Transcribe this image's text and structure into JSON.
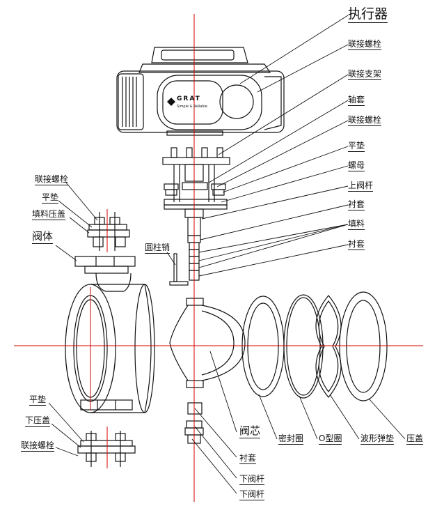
{
  "labels": {
    "actuator": "执行器",
    "connect_bolt_1": "联接螺栓",
    "connect_bracket": "联接支架",
    "shaft_sleeve": "轴套",
    "connect_bolt_2": "联接螺栓",
    "flat_washer_1": "平垫",
    "nut": "螺母",
    "upper_stem": "上阀杆",
    "bushing_1": "衬套",
    "packing": "填料",
    "bushing_2": "衬套",
    "cyl_pin": "圆柱销",
    "left_bolt": "联接螺栓",
    "left_washer": "平垫",
    "packing_gland": "填料压盖",
    "valve_body": "阀体",
    "bottom_washer": "平垫",
    "lower_gland": "下压盖",
    "bottom_bolt": "联接螺栓",
    "valve_core": "阀芯",
    "bushing_3": "衬套",
    "lower_stem_1": "下阀杆",
    "lower_stem_2": "下阀杆",
    "seal_ring": "密封圈",
    "o_ring": "O型圈",
    "wave_spring": "波形弹垫",
    "gland_cover": "压盖"
  },
  "brand": {
    "logo_text": "GRAT",
    "tagline": "Simple & Reliable"
  },
  "colors": {
    "centerline": "#d40000",
    "outline": "#111111"
  }
}
